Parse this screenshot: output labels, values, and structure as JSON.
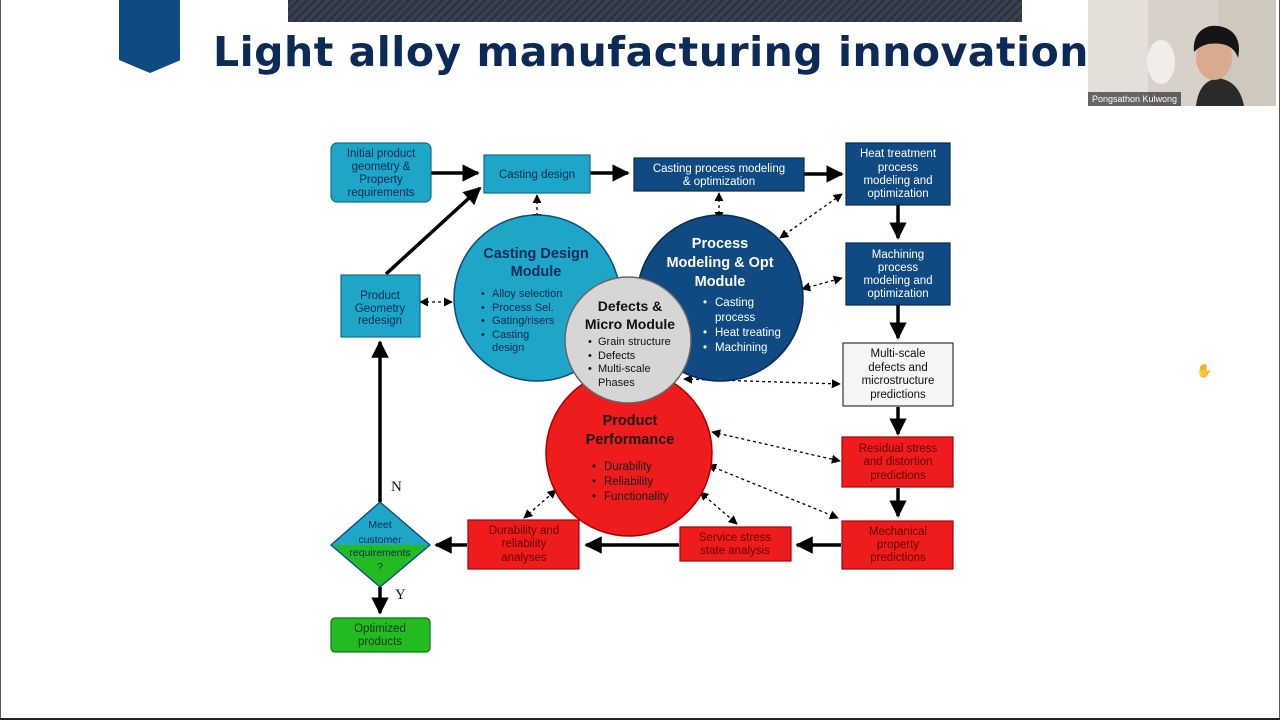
{
  "slide": {
    "title": "Light alloy manufacturing innovation"
  },
  "webcam": {
    "participant_name": "Pongsathon Kulwong"
  },
  "diagram": {
    "initial_product": [
      "Initial product",
      "geometry &",
      "Property",
      "requirements"
    ],
    "casting_design": "Casting design",
    "casting_process": [
      "Casting process modeling",
      "& optimization"
    ],
    "heat_treatment": [
      "Heat treatment",
      "process",
      "modeling and",
      "optimization"
    ],
    "machining": [
      "Machining",
      "process",
      "modeling and",
      "optimization"
    ],
    "multiscale": [
      "Multi-scale",
      "defects and",
      "microstructure",
      "predictions"
    ],
    "residual": [
      "Residual stress",
      "and distortion",
      "predictions"
    ],
    "mechanical": [
      "Mechanical",
      "property",
      "predictions"
    ],
    "service_stress": [
      "Service stress",
      "state analysis"
    ],
    "durability_analyses": [
      "Durability and",
      "reliability",
      "analyses"
    ],
    "decision": [
      "Meet",
      "customer",
      "requirements",
      "?"
    ],
    "optimized": [
      "Optimized",
      "products"
    ],
    "product_redesign": [
      "Product",
      "Geometry",
      "redesign"
    ],
    "label_n": "N",
    "label_y": "Y",
    "cd_module": {
      "title": [
        "Casting Design",
        "Module"
      ],
      "items": [
        "Alloy selection",
        "Process Sel.",
        "Gating/risers",
        "Casting",
        "design"
      ]
    },
    "pm_module": {
      "title": [
        "Process",
        "Modeling & Opt",
        "Module"
      ],
      "items": [
        "Casting",
        "process",
        "Heat treating",
        "Machining"
      ]
    },
    "dm_module": {
      "title": [
        "Defects &",
        "Micro Module"
      ],
      "items": [
        "Grain structure",
        "Defects",
        "Multi-scale",
        "Phases"
      ]
    },
    "pp_module": {
      "title": [
        "Product",
        "Performance"
      ],
      "items": [
        "Durability",
        "Reliability",
        "Functionality"
      ]
    }
  },
  "colors": {
    "title": "#0c2a57",
    "cyan": "#1ea6c8",
    "navy": "#0f4a82",
    "red": "#ee1c1c",
    "green": "#22bb22",
    "grey_circle": "#d6d6d6"
  }
}
